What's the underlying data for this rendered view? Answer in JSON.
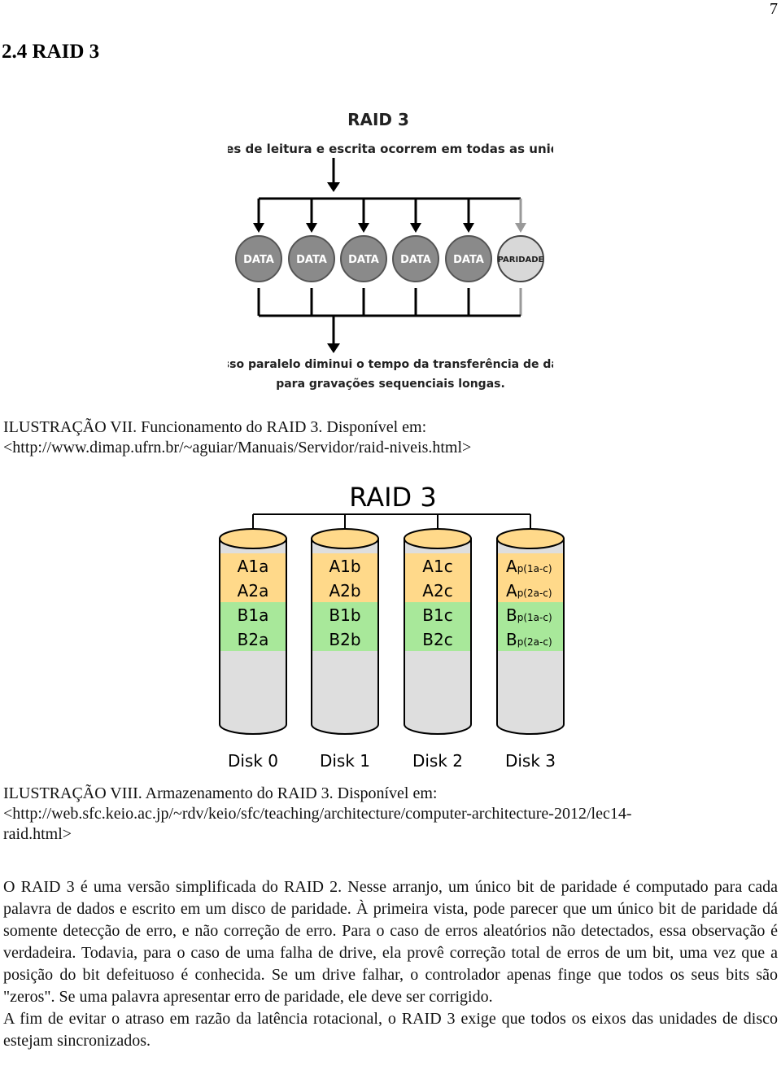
{
  "page": {
    "number": "7"
  },
  "section": {
    "title": "2.4 RAID 3"
  },
  "figure1": {
    "title": "RAID 3",
    "subtitle": "Operações de leitura e escrita ocorrem em todas as unidades.",
    "disks": [
      "DATA",
      "DATA",
      "DATA",
      "DATA",
      "DATA",
      "PARIDADE"
    ],
    "footer_line1": "Acesso paralelo diminui o tempo da transferência de dados",
    "footer_line2": "para gravações sequenciais longas.",
    "colors": {
      "data_disk": "#8a8a8a",
      "parity_disk": "#d8d8d8",
      "lines": "#000000",
      "parity_line": "#999999"
    }
  },
  "caption1": {
    "line1": "ILUSTRAÇÃO VII. Funcionamento do RAID 3. Disponível em:",
    "line2": "<http://www.dimap.ufrn.br/~aguiar/Manuais/Servidor/raid-niveis.html>"
  },
  "figure2": {
    "title": "RAID 3",
    "disks": [
      {
        "label": "Disk 0",
        "blocks": [
          "A1a",
          "A2a",
          "B1a",
          "B2a"
        ]
      },
      {
        "label": "Disk 1",
        "blocks": [
          "A1b",
          "A2b",
          "B1b",
          "B2b"
        ]
      },
      {
        "label": "Disk 2",
        "blocks": [
          "A1c",
          "A2c",
          "B1c",
          "B2c"
        ]
      },
      {
        "label": "Disk 3",
        "parity": [
          {
            "main": "A",
            "sub": "p(1a-c)"
          },
          {
            "main": "A",
            "sub": "p(2a-c)"
          },
          {
            "main": "B",
            "sub": "p(1a-c)"
          },
          {
            "main": "B",
            "sub": "p(2a-c)"
          }
        ]
      }
    ],
    "colors": {
      "a_blocks": "#ffd98a",
      "b_blocks": "#a8e89a",
      "disk_body": "#dedede"
    }
  },
  "caption2": {
    "line1": "ILUSTRAÇÃO VIII. Armazenamento do RAID 3. Disponível em:",
    "line2": "<http://web.sfc.keio.ac.jp/~rdv/keio/sfc/teaching/architecture/computer-architecture-2012/lec14-",
    "line3": "raid.html>"
  },
  "body": {
    "paragraph1": "O RAID 3 é uma versão simplificada do RAID 2. Nesse arranjo, um único bit de paridade é computado para cada palavra de dados e escrito em um disco de paridade. À primeira vista, pode parecer que um único bit de paridade dá somente detecção de erro, e não correção de erro. Para o caso de erros aleatórios não detectados, essa observação é verdadeira. Todavia, para o caso de uma falha de drive, ela provê correção total de erros de um bit, uma vez que a posição do bit defeituoso é conhecida. Se um drive falhar, o controlador apenas finge que todos os seus bits são \"zeros\". Se uma palavra apresentar erro de paridade, ele deve ser corrigido.",
    "paragraph2": "A fim de evitar o atraso em razão da latência rotacional, o RAID 3 exige que todos os eixos das unidades de disco estejam sincronizados."
  }
}
